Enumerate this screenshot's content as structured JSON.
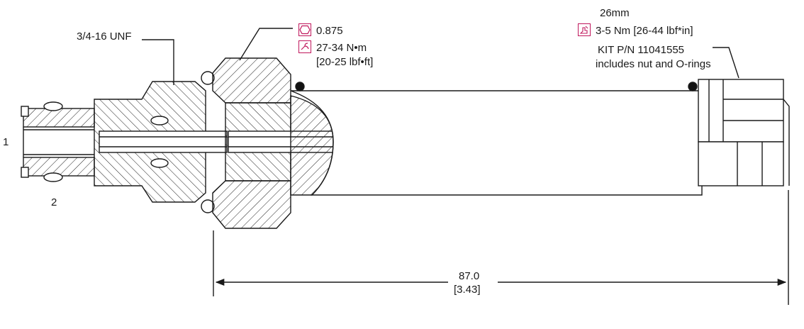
{
  "ports": {
    "port1": "1",
    "port2": "2"
  },
  "thread": {
    "label": "3/4-16 UNF"
  },
  "hex_spec": {
    "icon": "hexagon-icon",
    "size": "0.875",
    "torque": "27-34 N•m",
    "torque_imperial": "[20-25 lbf•ft]",
    "torque_icon": "wrench-icon"
  },
  "coil_spec": {
    "nut_size": "26mm",
    "icon": "hand-torque-icon",
    "torque": "3-5 Nm [26-44 lbf*in]",
    "kit_line1": "KIT P/N 11041555",
    "kit_line2": "includes nut and O-rings"
  },
  "dimension": {
    "metric": "87.0",
    "imperial": "[3.43]"
  },
  "colors": {
    "icon_border": "#c0185d",
    "line": "#1a1a1a"
  }
}
